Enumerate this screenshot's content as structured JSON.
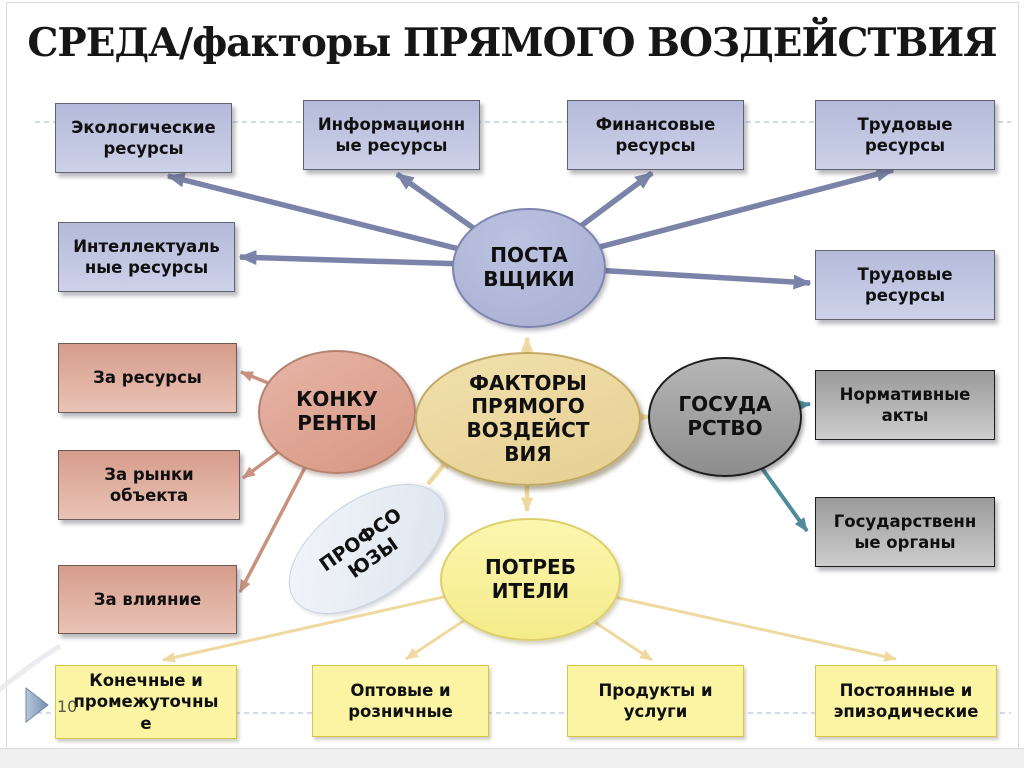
{
  "title": "СРЕДА/факторы ПРЯМОГО ВОЗДЕЙСТВИЯ",
  "page_number": "10",
  "ellipses": {
    "suppliers": "ПОСТА\nВЩИКИ",
    "factors": "ФАКТОРЫ\nПРЯМОГО\nВОЗДЕЙСТ\nВИЯ",
    "competitors": "КОНКУ\nРЕНТЫ",
    "state": "ГОСУДА\nРСТВО",
    "consumers": "ПОТРЕБ\nИТЕЛИ",
    "unions": "ПРОФСО\nЮЗЫ"
  },
  "boxes": {
    "ecological": "Экологические\nресурсы",
    "informational": "Информационн\nые ресурсы",
    "financial": "Финансовые\nресурсы",
    "labor_top": "Трудовые\nресурсы",
    "intellectual": "Интеллектуаль\nные ресурсы",
    "labor_right": "Трудовые\nресурсы",
    "for_resources": "За ресурсы",
    "for_markets": "За рынки\nобъекта",
    "for_influence": "За влияние",
    "normative_acts": "Нормативные\nакты",
    "state_organs": "Государственн\nые органы",
    "final_intermediate": "Конечные и\nпромежуточны\nе",
    "wholesale_retail": "Оптовые и\nрозничные",
    "products_services": "Продукты и\nуслуги",
    "regular_episodic": "Постоянные и\nэпизодические"
  },
  "colors": {
    "title_color": "#161616",
    "arrow_slate": "#7b84a8",
    "arrow_pink": "#c8927f",
    "arrow_teal": "#4f8b9a",
    "arrow_sand": "#f0d9a0",
    "suppliers_fill": "#b2b8d8",
    "factors_fill": "#ecd9a0",
    "competitors_fill": "#df9f8d",
    "state_fill": "#a3a3a3",
    "consumers_fill": "#f8f19c",
    "unions_fill": "#e7edf4",
    "box_lavender": "#c0c5e0",
    "box_pink": "#dfab9c",
    "box_gray": "#b0b0b0",
    "box_yellow": "#faf4a3"
  }
}
